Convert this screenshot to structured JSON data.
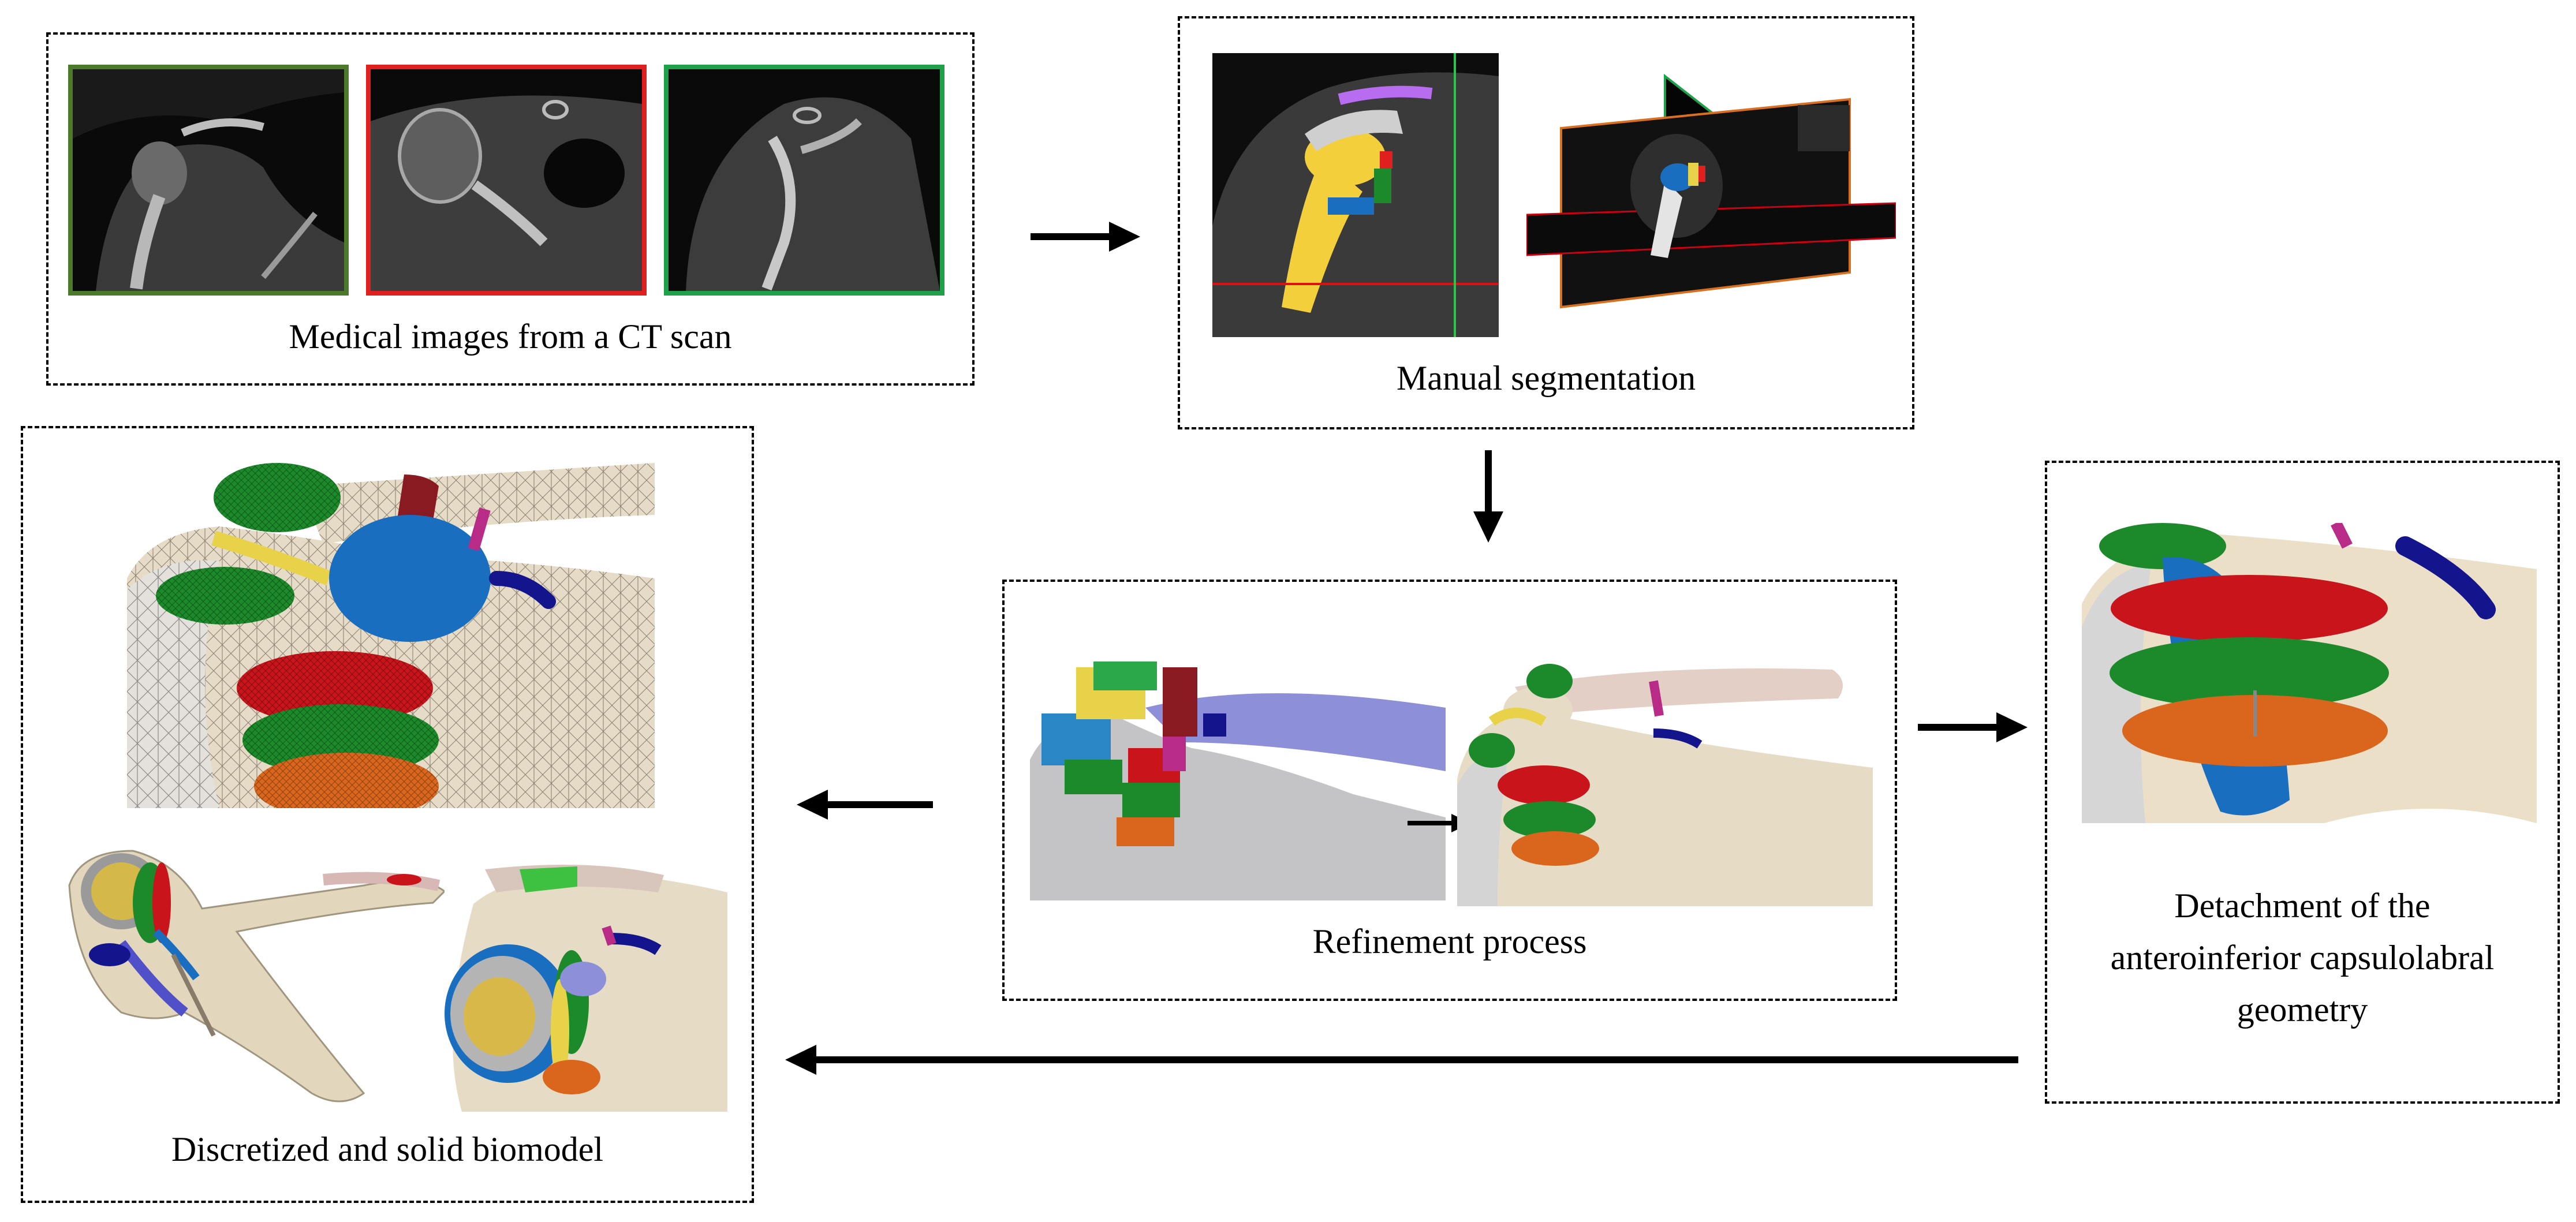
{
  "boxes": {
    "ct": {
      "label": "Medical images from a CT scan"
    },
    "segmentation": {
      "label": "Manual segmentation"
    },
    "refinement": {
      "label": "Refinement process"
    },
    "detachment": {
      "lines": [
        "Detachment of the",
        "anteroinferior capsulolabral",
        "geometry"
      ]
    },
    "biomodel": {
      "label": "Discretized and solid biomodel"
    }
  },
  "colors": {
    "frame_dark_green": "#4a7a2a",
    "frame_red": "#e0201e",
    "frame_green": "#1fa04a",
    "bone": "#e8dcc4",
    "bone_mesh": "#d6d2cc",
    "red_tissue": "#c8141a",
    "green_tissue": "#1c8a2a",
    "blue_tissue": "#1a6ec0",
    "orange_tissue": "#d9661c",
    "navy_tissue": "#14148c",
    "yellow_tissue": "#e8d24a",
    "dark_red": "#8a1a22"
  },
  "icons": [
    "arrow-right-icon",
    "arrow-down-icon",
    "arrow-left-icon"
  ]
}
